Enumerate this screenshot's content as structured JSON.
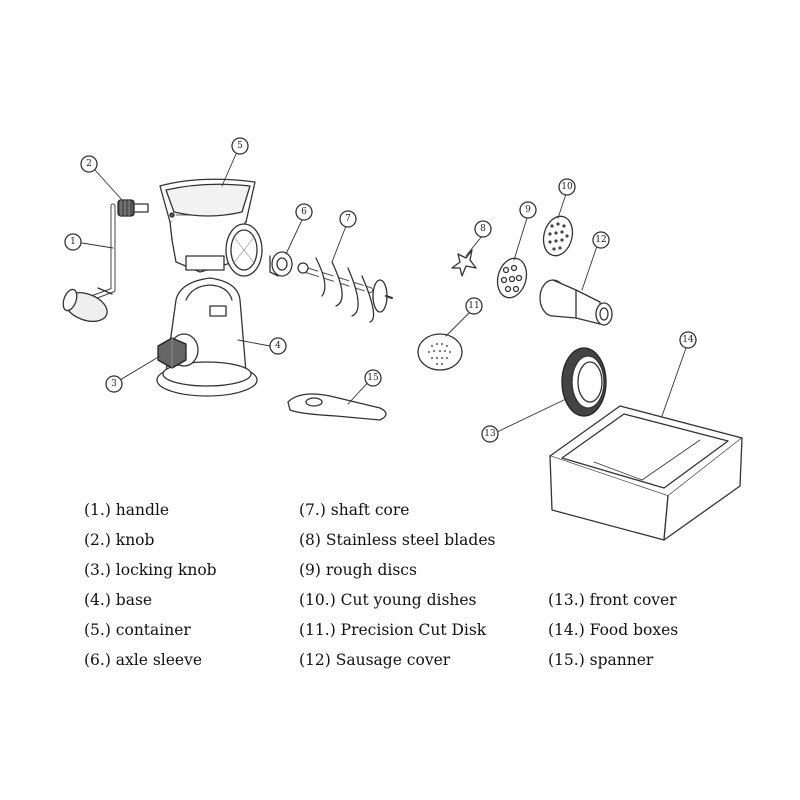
{
  "parts": [
    {
      "id": "1",
      "label": "(1.) handle"
    },
    {
      "id": "2",
      "label": "(2.) knob"
    },
    {
      "id": "3",
      "label": "(3.) locking knob"
    },
    {
      "id": "4",
      "label": "(4.) base"
    },
    {
      "id": "5",
      "label": "(5.) container"
    },
    {
      "id": "6",
      "label": "(6.) axle sleeve"
    },
    {
      "id": "7",
      "label": "(7.) shaft core"
    },
    {
      "id": "8",
      "label": "(8) Stainless steel blades"
    },
    {
      "id": "9",
      "label": "(9) rough discs"
    },
    {
      "id": "10",
      "label": "(10.) Cut young dishes"
    },
    {
      "id": "11",
      "label": "(11.) Precision Cut Disk"
    },
    {
      "id": "12",
      "label": "(12) Sausage cover"
    },
    {
      "id": "13",
      "label": "(13.) front cover"
    },
    {
      "id": "14",
      "label": "(14.) Food boxes"
    },
    {
      "id": "15",
      "label": "(15.) spanner"
    }
  ]
}
